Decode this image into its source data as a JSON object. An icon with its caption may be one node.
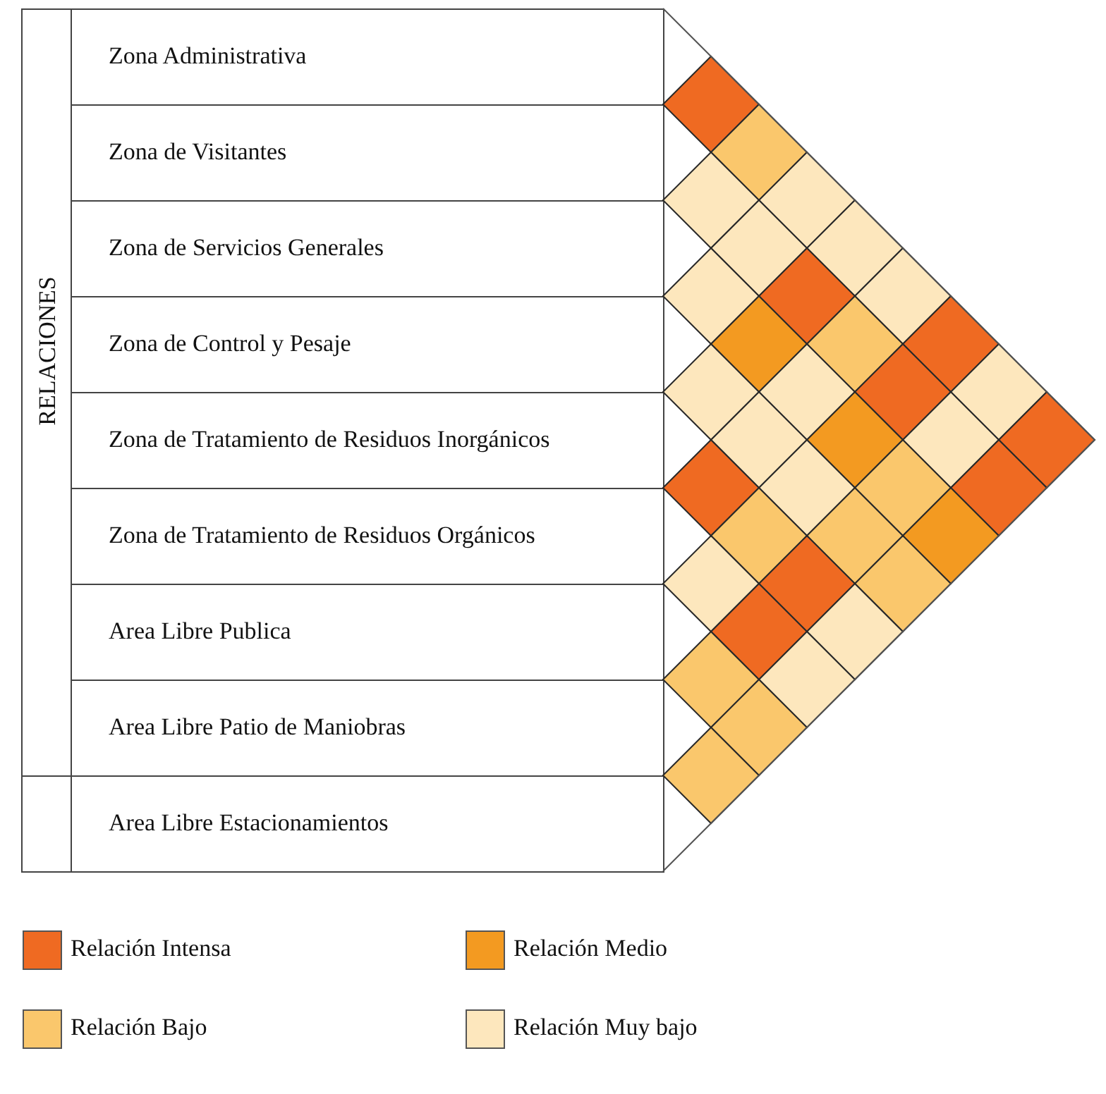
{
  "diagram": {
    "nodes": [
      {
        "text": [
          "Zona Administrativa"
        ]
      },
      {
        "text": [
          "Zona de Visitantes"
        ]
      },
      {
        "text": [
          "Zona de Servicios Generales"
        ]
      },
      {
        "text": [
          "Zona de Control y Pesaje"
        ]
      },
      {
        "text": [
          "Zona de Tratamiento de Residuos Inorgánicos"
        ]
      },
      {
        "text": [
          "Zona de Tratamiento de Residuos Orgánicos"
        ]
      },
      {
        "text": [
          "Area Libre Publica"
        ]
      },
      {
        "text": [
          "Area Libre Patio de Maniobras"
        ]
      },
      {
        "text": [
          "Area Libre Estacionamientos"
        ]
      },
      {
        "text": [
          "RELACIONES"
        ]
      },
      {
        "text": [],
        "shape": "box"
      },
      {
        "text": [],
        "shape": "diamond"
      },
      {
        "text": [],
        "shape": "diamond"
      },
      {
        "text": [],
        "shape": "diamond"
      },
      {
        "text": [],
        "shape": "diamond"
      },
      {
        "text": [],
        "shape": "diamond"
      },
      {
        "text": [],
        "shape": "diamond"
      },
      {
        "text": [],
        "shape": "diamond"
      },
      {
        "text": [],
        "shape": "diamond"
      },
      {
        "text": [],
        "shape": "diamond"
      },
      {
        "text": [],
        "shape": "diamond"
      },
      {
        "text": [],
        "shape": "diamond"
      },
      {
        "text": [],
        "shape": "diamond"
      },
      {
        "text": [],
        "shape": "diamond"
      },
      {
        "text": [],
        "shape": "diamond"
      },
      {
        "text": [],
        "shape": "diamond"
      },
      {
        "text": [],
        "shape": "diamond"
      },
      {
        "text": [],
        "shape": "diamond"
      },
      {
        "text": [],
        "shape": "diamond"
      },
      {
        "text": [],
        "shape": "diamond"
      },
      {
        "text": [],
        "shape": "diamond"
      },
      {
        "text": [],
        "shape": "diamond"
      },
      {
        "text": [],
        "shape": "diamond"
      },
      {
        "text": [],
        "shape": "diamond"
      },
      {
        "text": [],
        "shape": "diamond"
      },
      {
        "text": [],
        "shape": "diamond"
      },
      {
        "text": [],
        "shape": "diamond"
      },
      {
        "text": [],
        "shape": "diamond"
      },
      {
        "text": [],
        "shape": "diamond"
      },
      {
        "text": [],
        "shape": "diamond"
      },
      {
        "text": [],
        "shape": "diamond"
      },
      {
        "text": [],
        "shape": "diamond"
      },
      {
        "text": [],
        "shape": "diamond"
      },
      {
        "text": [],
        "shape": "diamond"
      },
      {
        "text": [],
        "shape": "diamond"
      },
      {
        "text": [],
        "shape": "diamond"
      },
      {
        "text": [],
        "shape": "diamond"
      }
    ],
    "legend": [
      {
        "text": "Relación Intensa",
        "color": "#ef6a22"
      },
      {
        "text": "Relación Medio",
        "color": "#f39a21"
      },
      {
        "text": "Relación Bajo",
        "color": "#fac76c"
      },
      {
        "text": "Relación Muy bajo",
        "color": "#fde7bd"
      }
    ]
  }
}
